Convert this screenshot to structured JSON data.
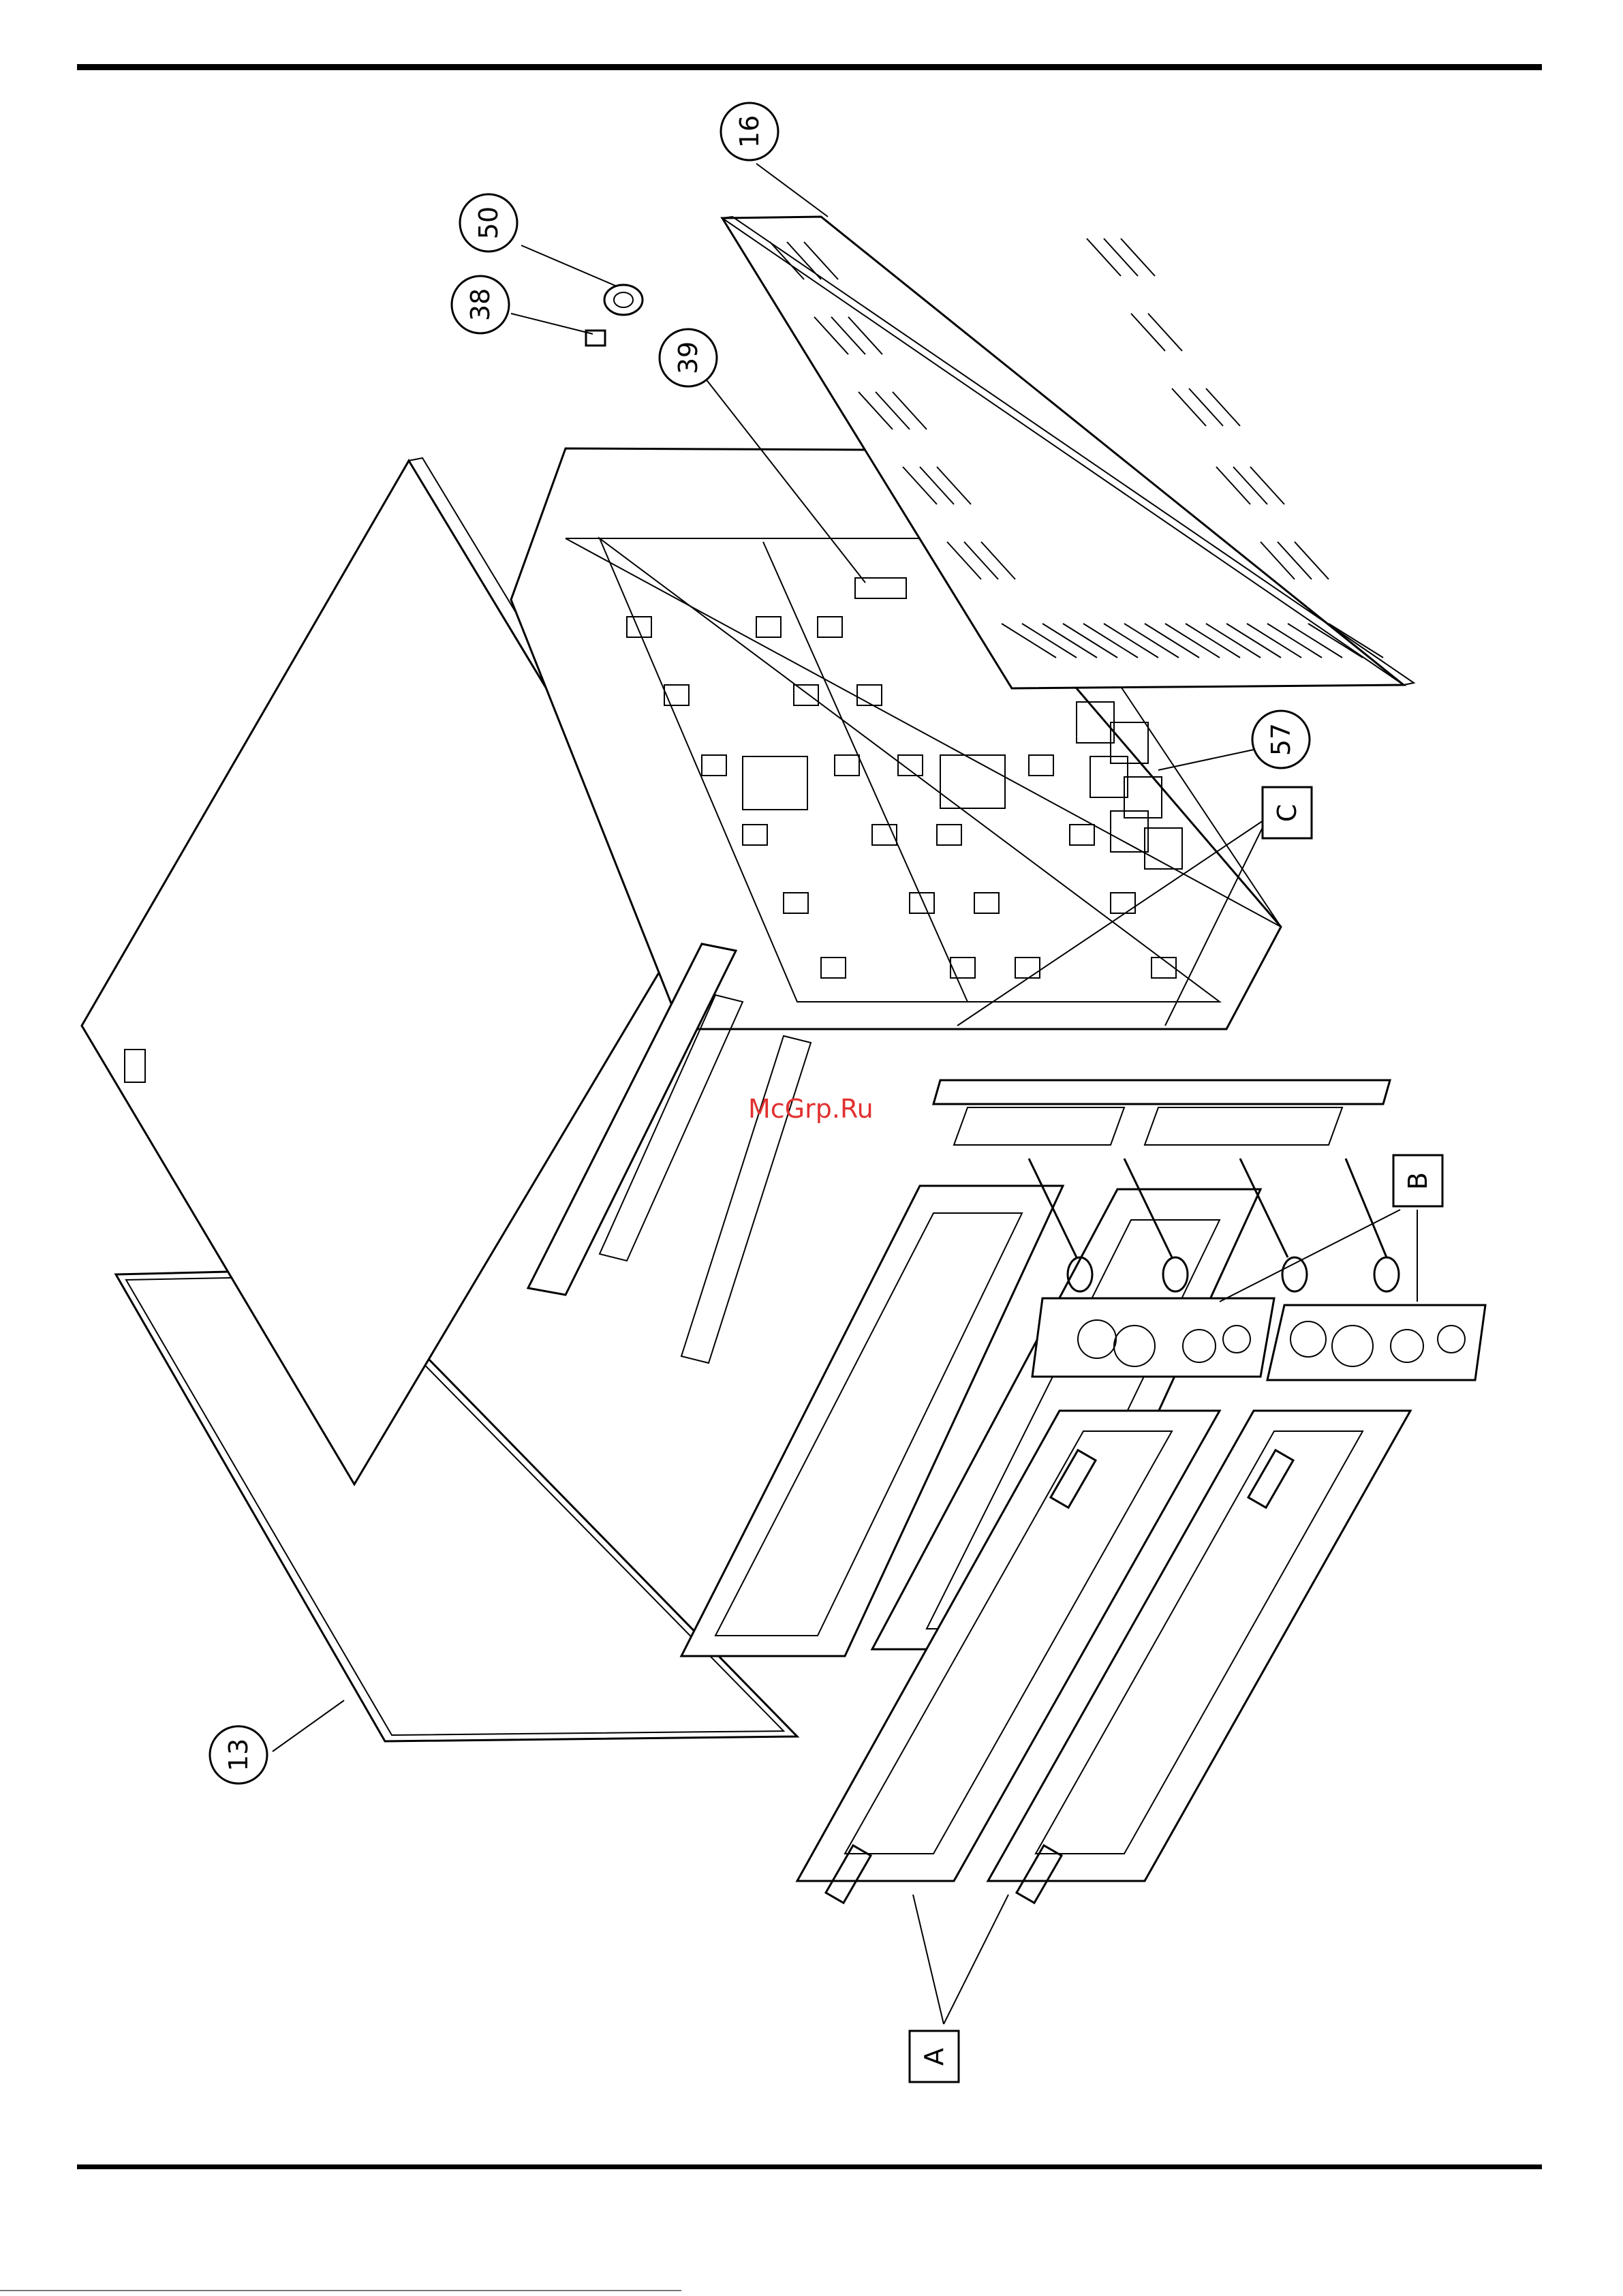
{
  "watermark": "McGrp.Ru",
  "callouts": [
    {
      "id": "c16",
      "label": "16",
      "shape": "circle"
    },
    {
      "id": "c50",
      "label": "50",
      "shape": "circle"
    },
    {
      "id": "c38",
      "label": "38",
      "shape": "circle"
    },
    {
      "id": "c39",
      "label": "39",
      "shape": "circle"
    },
    {
      "id": "c57",
      "label": "57",
      "shape": "circle"
    },
    {
      "id": "c13",
      "label": "13",
      "shape": "circle"
    },
    {
      "id": "cC",
      "label": "C",
      "shape": "box"
    },
    {
      "id": "cB",
      "label": "B",
      "shape": "box"
    },
    {
      "id": "cA",
      "label": "A",
      "shape": "box"
    }
  ],
  "colors": {
    "line": "#000000",
    "watermark": "#e23030",
    "background": "#ffffff"
  }
}
